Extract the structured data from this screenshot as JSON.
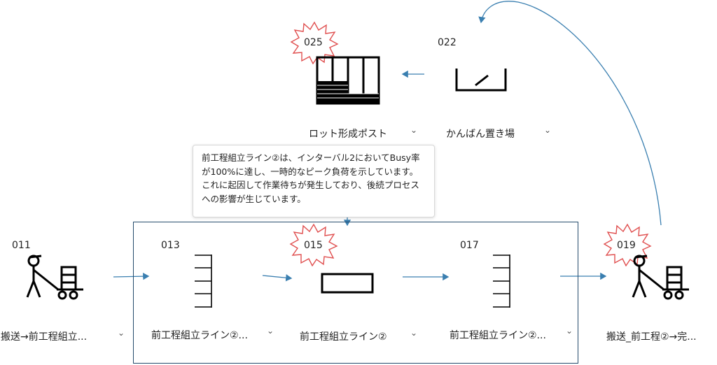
{
  "nodes": {
    "n011": {
      "id": "011",
      "label": "搬送→前工程組立..."
    },
    "n013": {
      "id": "013",
      "label": "前工程組立ライン②..."
    },
    "n015": {
      "id": "015",
      "label": "前工程組立ライン②"
    },
    "n017": {
      "id": "017",
      "label": "前工程組立ライン②..."
    },
    "n019": {
      "id": "019",
      "label": "搬送_前工程②→完..."
    },
    "n022": {
      "id": "022",
      "label": "かんばん置き場"
    },
    "n025": {
      "id": "025",
      "label": "ロット形成ポスト"
    }
  },
  "tooltip": {
    "text": "前工程組立ライン②は、インターバル2においてBusy率が100%に達し、一時的なピーク負荷を示しています。これに起因して作業待ちが発生しており、後続プロセスへの影響が生じています。"
  },
  "chevron": "⌄",
  "colors": {
    "arrow": "#3a7fb0",
    "group_border": "#234a6b",
    "starburst_stroke": "#e05050"
  },
  "icons": {
    "operator": "person-pushing-cart-icon",
    "buffer": "stacked-shelf-icon",
    "workstation": "rectangle-machine-icon",
    "kanban": "kanban-tray-icon",
    "lot_post": "lot-rack-icon",
    "alert": "starburst-alert-icon"
  }
}
